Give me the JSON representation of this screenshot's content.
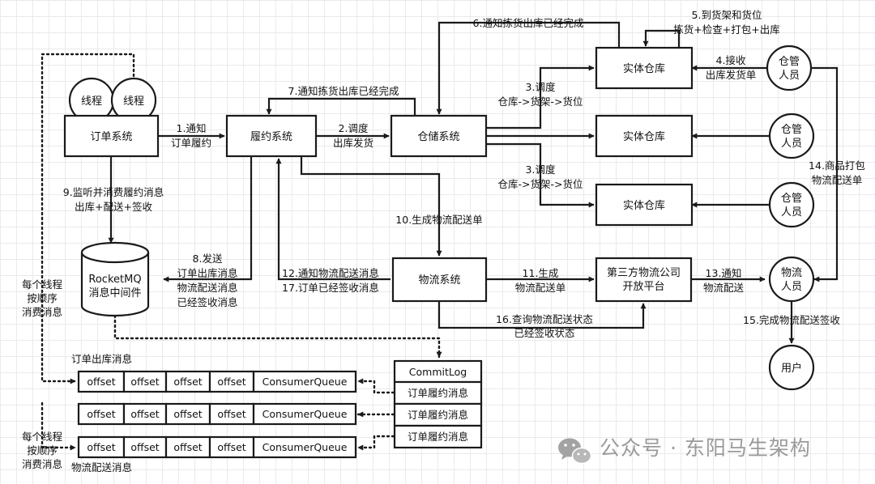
{
  "nodes": {
    "order_system": "订单系统",
    "thread_a": "线程",
    "thread_b": "线程",
    "fulfill_system": "履约系统",
    "wms_system": "仓储系统",
    "warehouse_1": "实体仓库",
    "warehouse_2": "实体仓库",
    "warehouse_3": "实体仓库",
    "keeper_1": [
      "仓管",
      "人员"
    ],
    "keeper_2": [
      "仓管",
      "人员"
    ],
    "keeper_3": [
      "仓管",
      "人员"
    ],
    "mq": [
      "RocketMQ",
      "消息中间件"
    ],
    "logistics_system": "物流系统",
    "third_party": [
      "第三方物流公司",
      "开放平台"
    ],
    "courier": [
      "物流",
      "人员"
    ],
    "user": "用户",
    "commitlog": "CommitLog",
    "commit_msgs": [
      "订单履约消息",
      "订单履约消息",
      "订单履约消息"
    ]
  },
  "queues": {
    "offset_label": "offset",
    "consumer_queue_label": "ConsumerQueue",
    "top_caption": "订单出库消息",
    "bottom_caption": "物流配送消息"
  },
  "edges": {
    "e1": [
      "1.通知",
      "订单履约"
    ],
    "e2": [
      "2.调度",
      "出库发货"
    ],
    "e3a": [
      "3.调度",
      "仓库->货架->货位"
    ],
    "e3b": [
      "3.调度",
      "仓库->货架->货位"
    ],
    "e4": [
      "4.接收",
      "出库发货单"
    ],
    "e5": [
      "5.到货架和货位",
      "拣货+检查+打包+出库"
    ],
    "e6": "6.通知拣货出库已经完成",
    "e7": "7.通知拣货出库已经完成",
    "e8": [
      "8.发送",
      "订单出库消息",
      "物流配送消息",
      "已经签收消息"
    ],
    "e9": [
      "9.监听并消费履约消息",
      "出库+配送+签收"
    ],
    "e10": "10.生成物流配送单",
    "e11": [
      "11.生成",
      "物流配送单"
    ],
    "e12_17": [
      "12.通知物流配送消息",
      "17.订单已经签收消息"
    ],
    "e13": [
      "13.通知",
      "物流配送"
    ],
    "e14": [
      "14.商品打包",
      "物流配送单"
    ],
    "e15": "15.完成物流配送签收",
    "e16": [
      "16.查询物流配送状态",
      "已经签收状态"
    ],
    "thread_note_top": [
      "每个线程",
      "按顺序",
      "消费消息"
    ],
    "thread_note_bottom": [
      "每个线程",
      "按顺序",
      "消费消息"
    ]
  },
  "watermark": "公众号 · 东阳马生架构"
}
